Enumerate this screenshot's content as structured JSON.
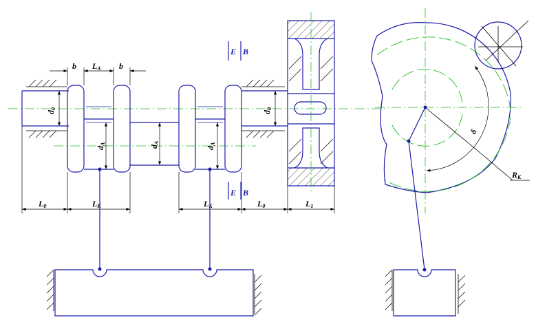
{
  "labels": {
    "b1": "b",
    "la": "L",
    "la_sub": "A",
    "b2": "b",
    "d0_left": "d",
    "d0_left_sub": "0",
    "da1": "d",
    "da1_sub": "A",
    "da2": "d",
    "da2_sub": "A",
    "da3": "d",
    "da3_sub": "A",
    "d0_right": "d",
    "d0_right_sub": "0",
    "l0_left": "L",
    "l0_left_sub": "0",
    "lk1": "L",
    "lk1_sub": "K",
    "lk2": "L",
    "lk2_sub": "K",
    "l0_right": "L",
    "l0_right_sub": "0",
    "l1": "L",
    "l1_sub": "1",
    "section_top": "E",
    "section_top_b": "B",
    "section_bot": "E",
    "section_bot_b": "B",
    "delta": "δ",
    "rk": "R",
    "rk_sub": "K"
  },
  "colors": {
    "outline": "#1a1aa6",
    "centerline": "#22bb22",
    "dimension": "#000000"
  }
}
